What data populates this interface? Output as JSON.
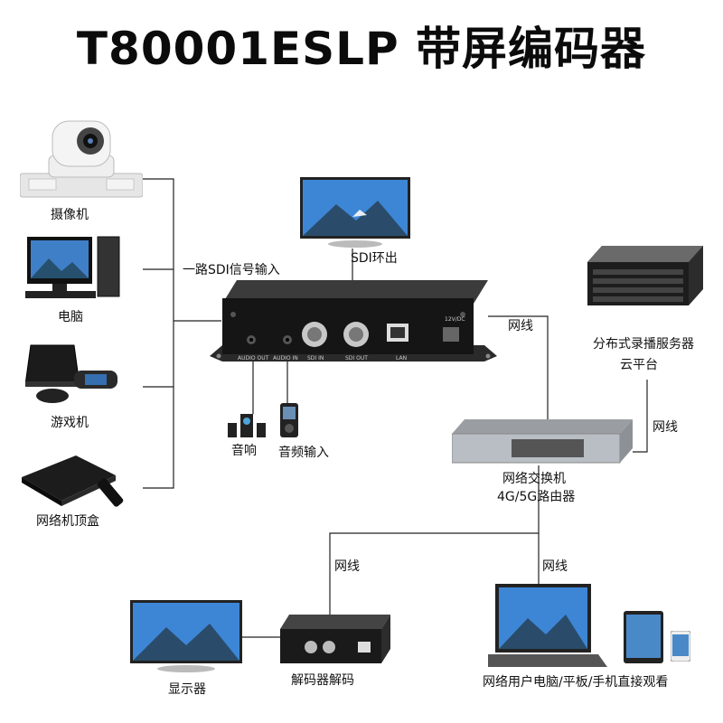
{
  "title": "T80001ESLP 带屏编码器",
  "devices": {
    "camera": "摄像机",
    "pc": "电脑",
    "game": "游戏机",
    "stb": "网络机顶盒",
    "sdi_input": "一路SDI信号输入",
    "sdi_loop": "SDI环出",
    "speaker": "音响",
    "audio_in": "音频输入",
    "server_line1": "分布式录播服务器",
    "server_line2": "云平台",
    "switch_line1": "网络交换机",
    "switch_line2": "4G/5G路由器",
    "decoder": "解码器解码",
    "display": "显示器",
    "clients": "网络用户电脑/平板/手机直接观看"
  },
  "cables": {
    "net1": "网线",
    "net2": "网线",
    "net3": "网线",
    "net4": "网线"
  },
  "ports": {
    "audio_out": "AUDIO OUT",
    "audio_in": "AUDIO IN",
    "sdi_in": "SDI IN",
    "sdi_out": "SDI OUT",
    "lan": "LAN",
    "power": "12V/DC"
  }
}
